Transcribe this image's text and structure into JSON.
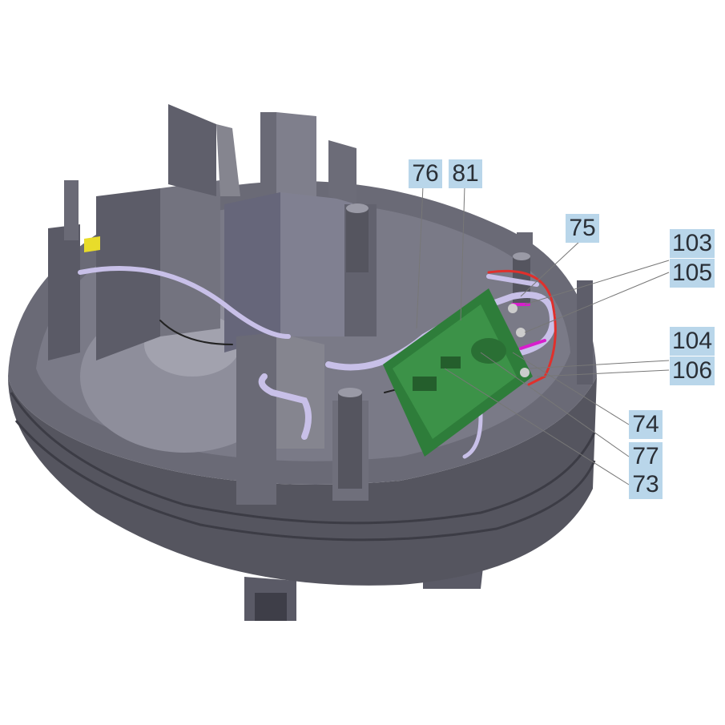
{
  "colors": {
    "housing_dark": "#4a4a55",
    "housing_mid": "#6c6c79",
    "housing_light": "#8b8b98",
    "pcb_green": "#2e7d3a",
    "tube_lavender": "#c8c0e8",
    "wire_red": "#e0302c",
    "wire_magenta": "#d81ecc",
    "accent_yellow": "#e8dc2a",
    "callout_fill": "#b9d6ea",
    "callout_text": "#2a2f36"
  },
  "callouts": [
    {
      "id": "c76",
      "label": "76"
    },
    {
      "id": "c81",
      "label": "81"
    },
    {
      "id": "c75",
      "label": "75"
    },
    {
      "id": "c103",
      "label": "103"
    },
    {
      "id": "c105",
      "label": "105"
    },
    {
      "id": "c104",
      "label": "104"
    },
    {
      "id": "c106",
      "label": "106"
    },
    {
      "id": "c74",
      "label": "74"
    },
    {
      "id": "c77",
      "label": "77"
    },
    {
      "id": "c73",
      "label": "73"
    }
  ]
}
